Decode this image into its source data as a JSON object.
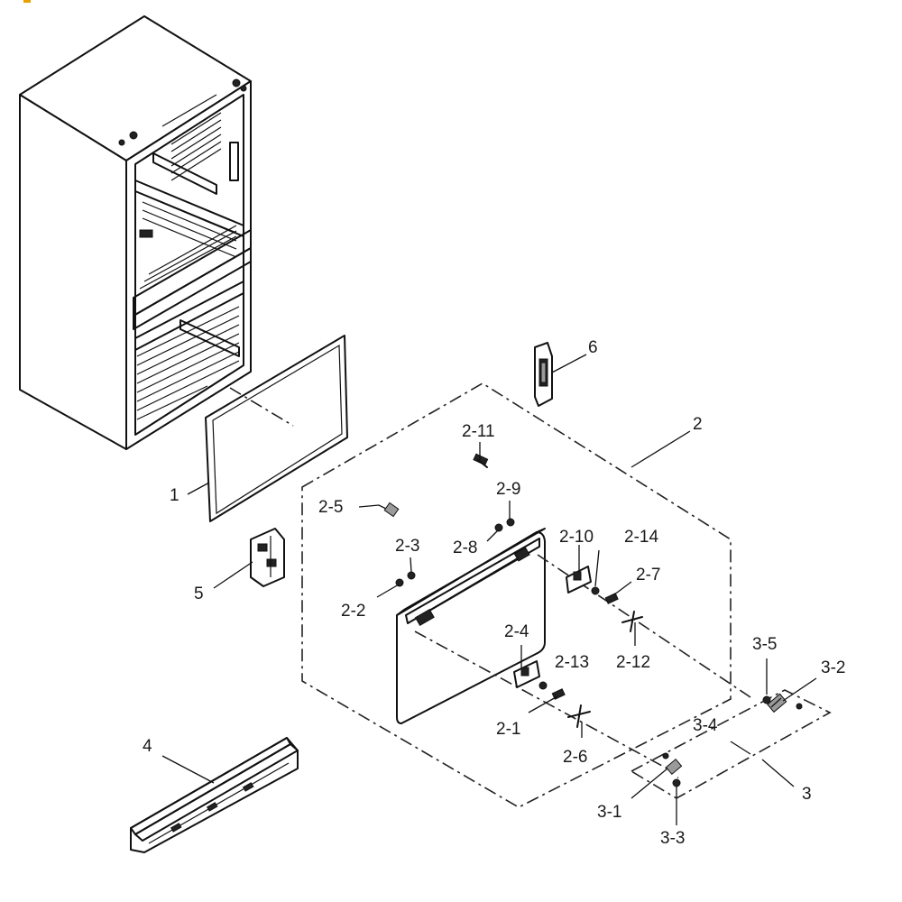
{
  "figure": {
    "accent_color": "#e8a000",
    "callouts": {
      "c1": "1",
      "c2": "2",
      "c2_1": "2-1",
      "c2_2": "2-2",
      "c2_3": "2-3",
      "c2_4": "2-4",
      "c2_5": "2-5",
      "c2_6": "2-6",
      "c2_7": "2-7",
      "c2_8": "2-8",
      "c2_9": "2-9",
      "c2_10": "2-10",
      "c2_11": "2-11",
      "c2_12": "2-12",
      "c2_13": "2-13",
      "c2_14": "2-14",
      "c3": "3",
      "c3_1": "3-1",
      "c3_2": "3-2",
      "c3_3": "3-3",
      "c3_4": "3-4",
      "c3_5": "3-5",
      "c4": "4",
      "c5": "5",
      "c6": "6"
    }
  }
}
